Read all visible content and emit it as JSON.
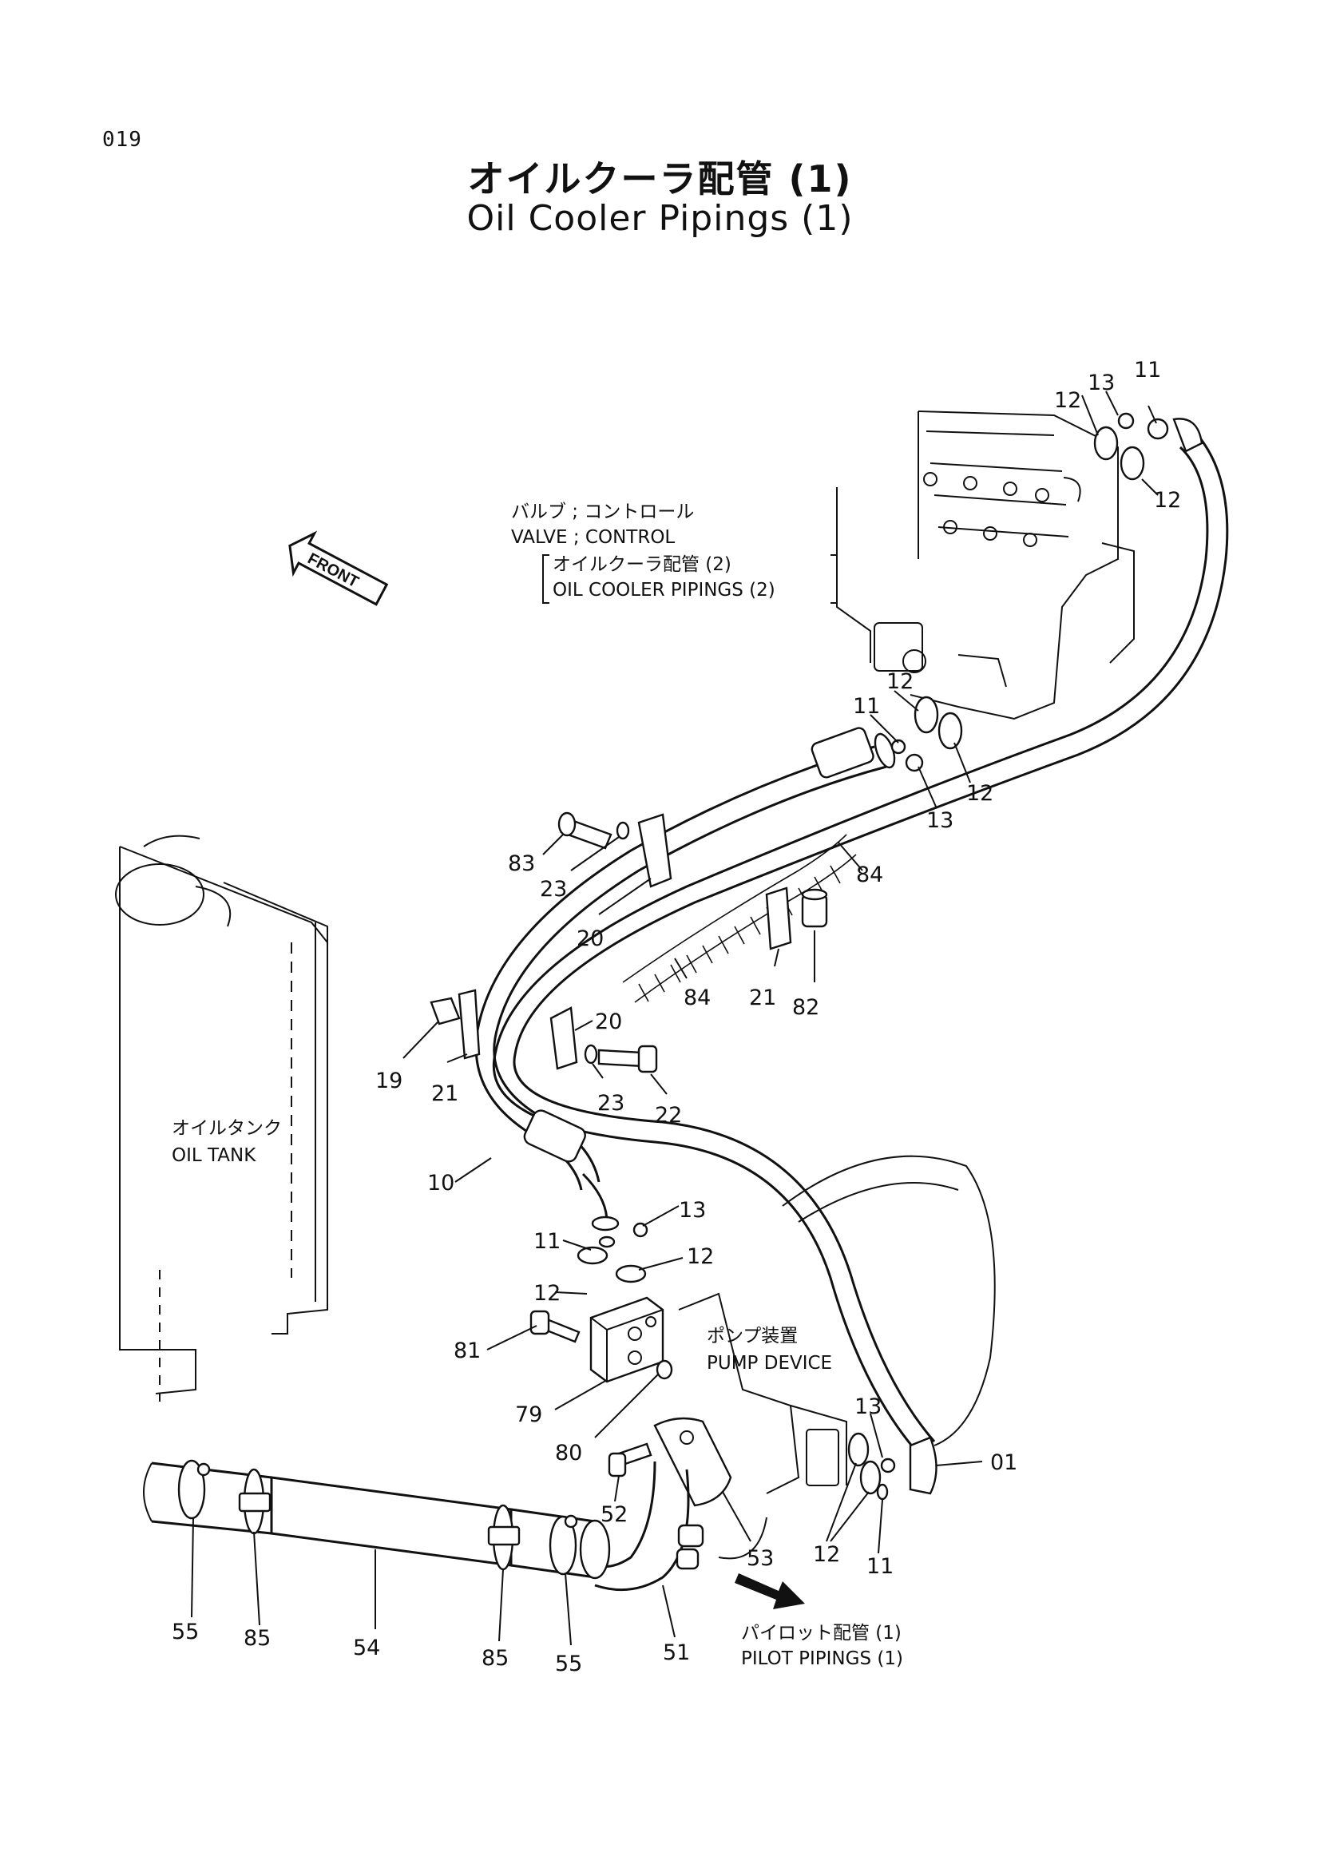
{
  "page_number": "019",
  "title_jp": "オイルクーラ配管 (1)",
  "title_en": "Oil Cooler Pipings (1)",
  "captions": {
    "valve_jp": "バルブ ; コントロール",
    "valve_en": "VALVE ; CONTROL",
    "ref_jp": "オイルクーラ配管 (2)",
    "ref_en": "OIL COOLER PIPINGS (2)",
    "tank_jp": "オイルタンク",
    "tank_en": "OIL TANK",
    "pump_jp": "ポンプ装置",
    "pump_en": "PUMP DEVICE",
    "pilot_jp": "パイロット配管 (1)",
    "pilot_en": "PILOT PIPINGS (1)",
    "front": "FRONT"
  },
  "part_labels": {
    "p13a": "13",
    "p11a": "11",
    "p12a": "12",
    "p12b": "12",
    "p12c": "12",
    "p11b": "11",
    "p12d": "12",
    "p13b": "13",
    "p83": "83",
    "p23a": "23",
    "p20a": "20",
    "p84a": "84",
    "p84b": "84",
    "p21a": "21",
    "p82": "82",
    "p20b": "20",
    "p19": "19",
    "p21b": "21",
    "p23b": "23",
    "p22": "22",
    "p10": "10",
    "p13c": "13",
    "p11c": "11",
    "p12e": "12",
    "p12f": "12",
    "p81": "81",
    "p79": "79",
    "p80": "80",
    "p52": "52",
    "p53": "53",
    "p13d": "13",
    "p01": "01",
    "p12g": "12",
    "p11d": "11",
    "p55a": "55",
    "p85a": "85",
    "p54": "54",
    "p85b": "85",
    "p55b": "55",
    "p51": "51"
  }
}
